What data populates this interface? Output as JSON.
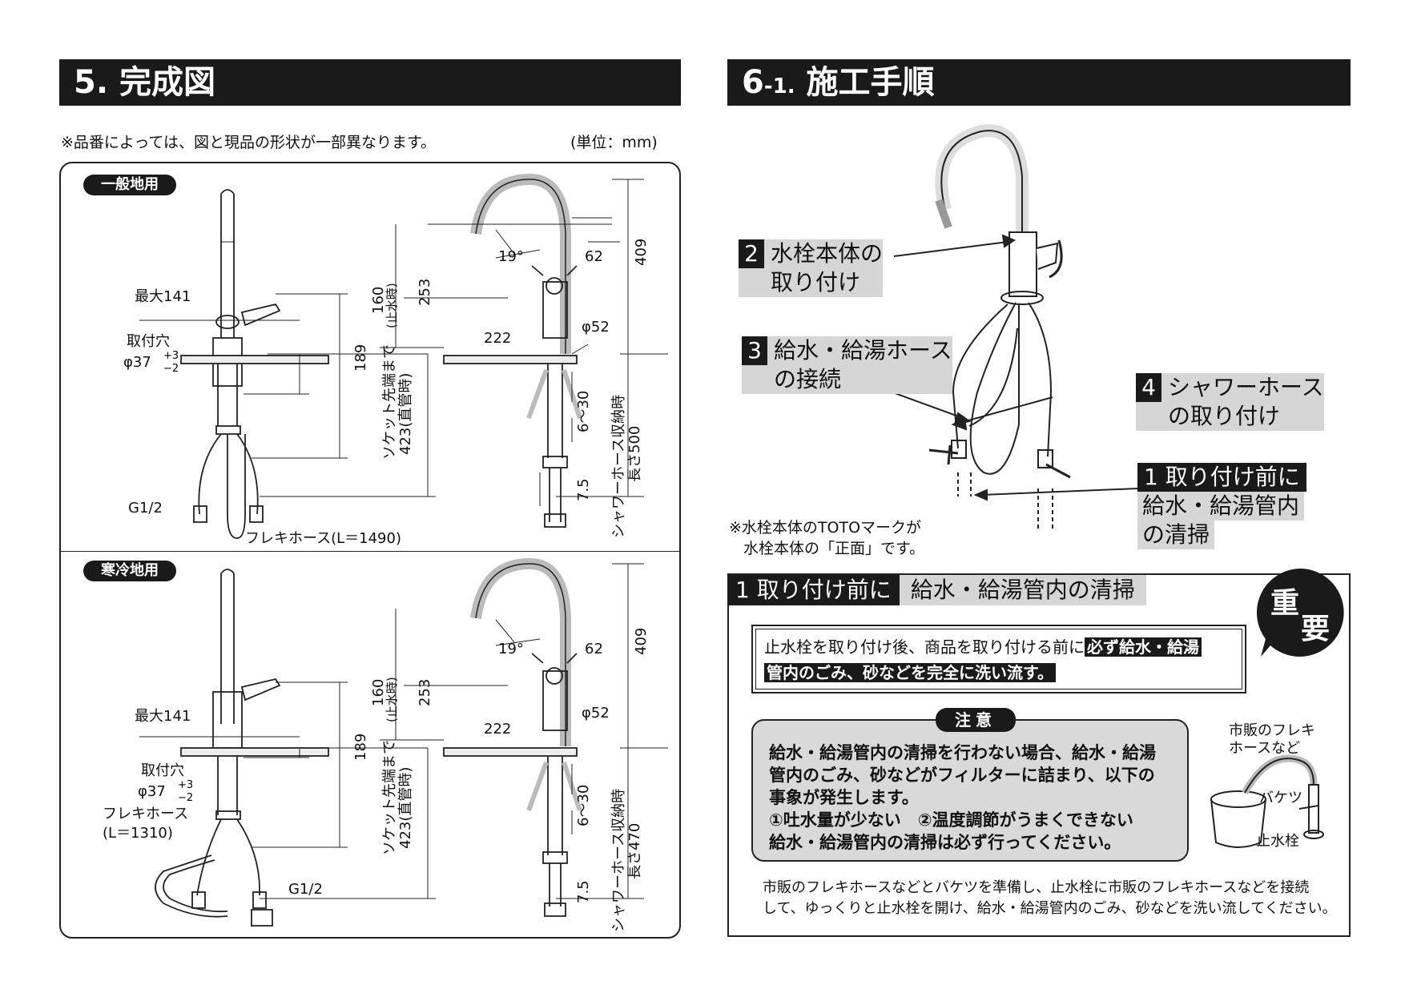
{
  "left": {
    "section_num": "5.",
    "section_title": "完成図",
    "note": "※品番によっては、図と現品の形状が一部異なります。",
    "unit": "(単位：mm)",
    "general": {
      "tag": "一般地用",
      "max_width": "最大141",
      "mount_hole": "取付穴",
      "mount_dia": "φ37",
      "tol_plus": "+3",
      "tol_minus": "−2",
      "thread": "G1/2",
      "flex_hose": "フレキホース(L＝1490)",
      "dim_189": "189",
      "dim_160": "160",
      "dim_160_note": "(止水時)",
      "socket": "ソケット先端まで",
      "socket_len": "423(直管時)",
      "angle": "19°",
      "dim_253": "253",
      "dim_222": "222",
      "dim_62": "62",
      "dim_409": "409",
      "dim_52": "φ52",
      "dim_630": "6〜30",
      "dim_75": "7.5",
      "shower_hose": "シャワーホース収納時",
      "shower_len": "長さ500"
    },
    "cold": {
      "tag": "寒冷地用",
      "max_width": "最大141",
      "mount_hole": "取付穴",
      "mount_dia": "φ37",
      "tol_plus": "+3",
      "tol_minus": "−2",
      "flex_hose_label": "フレキホース",
      "flex_hose_len": "(L＝1310)",
      "thread": "G1/2",
      "dim_189": "189",
      "dim_160": "160",
      "dim_160_note": "(止水時)",
      "socket": "ソケット先端まで",
      "socket_len": "423(直管時)",
      "angle": "19°",
      "dim_253": "253",
      "dim_222": "222",
      "dim_62": "62",
      "dim_409": "409",
      "dim_52": "φ52",
      "dim_630": "6〜30",
      "dim_75": "7.5",
      "shower_hose": "シャワーホース収納時",
      "shower_len": "長さ470"
    }
  },
  "right": {
    "section_num": "6",
    "section_sub": "-1.",
    "section_title": "施工手順",
    "steps": [
      {
        "num": "2",
        "line1": "水栓本体の",
        "line2": "取り付け"
      },
      {
        "num": "3",
        "line1": "給水・給湯ホース",
        "line2": "の接続"
      },
      {
        "num": "4",
        "line1": "シャワーホース",
        "line2": "の取り付け"
      },
      {
        "num": "1",
        "line1": "取り付け前に",
        "line2": "給水・給湯管内",
        "line3": "の清掃"
      }
    ],
    "toto_note1": "※水栓本体のTOTOマークが",
    "toto_note2": "水栓本体の「正面」です。",
    "step1_num": "1",
    "step1_head": "取り付け前に",
    "step1_title": "給水・給湯管内の清掃",
    "important_1": "重",
    "important_2": "要",
    "box_text": "止水栓を取り付け後、商品を取り付ける前に",
    "box_hl1": "必ず給水・給湯",
    "box_hl2": "管内のごみ、砂などを完全に洗い流す。",
    "caution_tag": "注意",
    "caution_l1": "給水・給湯管内の清掃を行わない場合、給水・給湯",
    "caution_l2": "管内のごみ、砂などがフィルターに詰まり、以下の",
    "caution_l3": "事象が発生します。",
    "caution_l4": "①吐水量が少ない　②温度調節がうまくできない",
    "caution_l5": "給水・給湯管内の清掃は必ず行ってください。",
    "illus_hose1": "市販のフレキ",
    "illus_hose2": "ホースなど",
    "illus_bucket": "バケツ",
    "illus_valve": "止水栓",
    "bottom_l1": "市販のフレキホースなどとバケツを準備し、止水栓に市販のフレキホースなどを接続",
    "bottom_l2": "して、ゆっくりと止水栓を開け、給水・給湯管内のごみ、砂などを洗い流してください。"
  }
}
